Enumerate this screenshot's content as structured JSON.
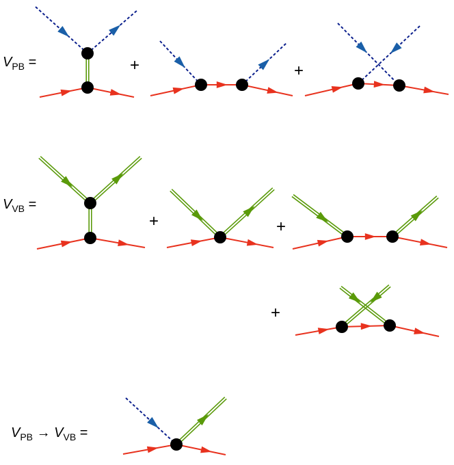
{
  "equations": {
    "vpb": {
      "symbol": "V",
      "sub": "PB",
      "eq": "="
    },
    "vvb": {
      "symbol": "V",
      "sub": "VB",
      "eq": "="
    },
    "trans": {
      "symbol_a": "V",
      "sub_a": "PB",
      "arrow": "→",
      "symbol_b": "V",
      "sub_b": "VB",
      "eq": "="
    }
  },
  "operators": {
    "plus": "+"
  },
  "colors": {
    "fermion": "#e8321e",
    "pseudoscalar": "#1a5fa8",
    "pseudoscalar_line": "#0a1e8c",
    "vector": "#5a9a0a",
    "vertex": "#000000"
  },
  "line_styles": {
    "fermion": "solid-arrow",
    "pseudoscalar": "dashed-arrow",
    "vector": "double-arrow"
  }
}
